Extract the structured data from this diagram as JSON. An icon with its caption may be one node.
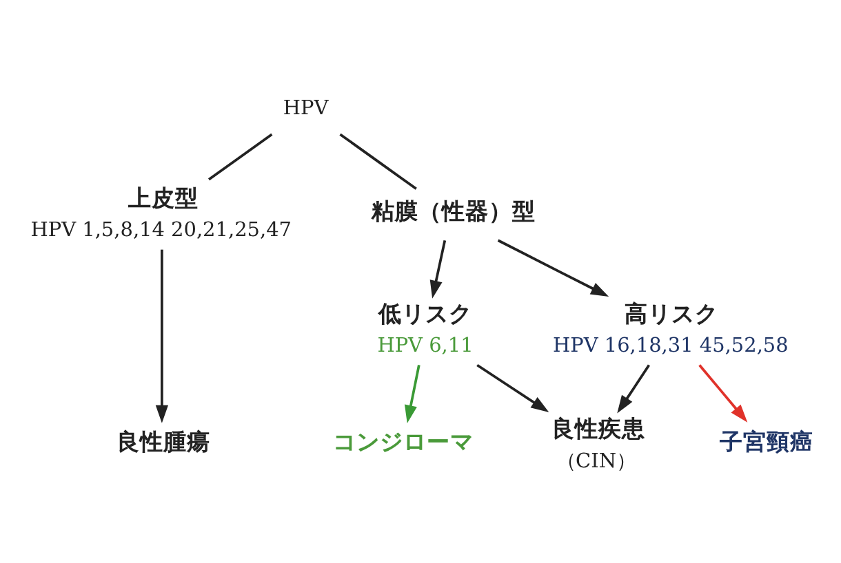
{
  "diagram": {
    "nodes": [
      {
        "text": [
          "HPV"
        ]
      },
      {
        "text": [
          "上皮型",
          "HPV 1,5,8,14 20,21,25,47"
        ]
      },
      {
        "text": [
          "粘膜（性器）型"
        ]
      },
      {
        "text": [
          "低リスク",
          "HPV 6,11"
        ]
      },
      {
        "text": [
          "高リスク",
          "HPV 16,18,31 45,52,58"
        ]
      },
      {
        "text": [
          "良性腫瘍"
        ]
      },
      {
        "text": [
          "コンジローマ"
        ]
      },
      {
        "text": [
          "良性疾患",
          "（CIN）"
        ]
      },
      {
        "text": [
          "子宮頸癌"
        ]
      }
    ],
    "edges": [
      {
        "from": 0,
        "to": 1,
        "arrow": "none"
      },
      {
        "from": 0,
        "to": 2,
        "arrow": "none"
      },
      {
        "from": 2,
        "to": 3,
        "arrow": "to"
      },
      {
        "from": 2,
        "to": 4,
        "arrow": "to"
      },
      {
        "from": 1,
        "to": 5,
        "arrow": "to"
      },
      {
        "from": 3,
        "to": 6,
        "arrow": "to",
        "color": "#3a9a35"
      },
      {
        "from": 3,
        "to": 7,
        "arrow": "to"
      },
      {
        "from": 4,
        "to": 7,
        "arrow": "to"
      },
      {
        "from": 4,
        "to": 8,
        "arrow": "to",
        "color": "#e0322a"
      }
    ]
  }
}
